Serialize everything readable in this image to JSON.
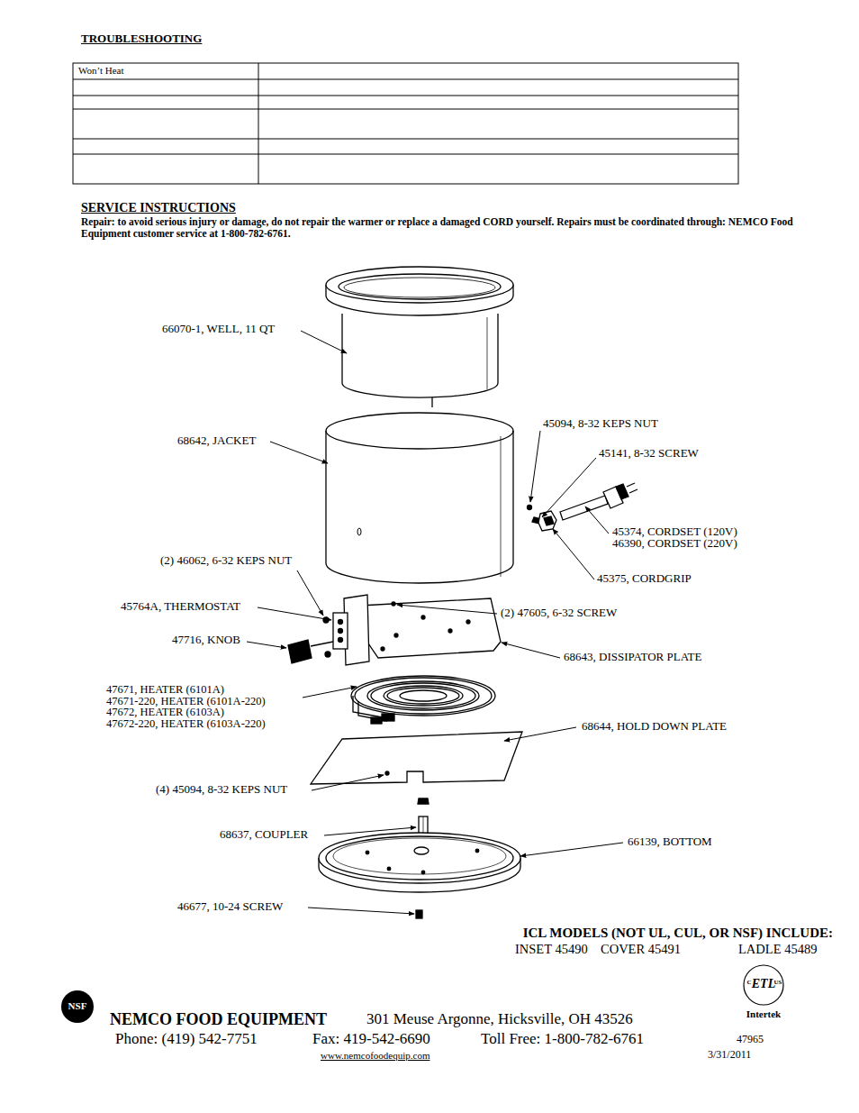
{
  "diagram": {
    "labels": [
      "TROUBLESHOOTING",
      "Won’t Heat",
      "SERVICE INSTRUCTIONS",
      "Repair:  to avoid serious injury or damage, do not repair the warmer or replace a damaged CORD yourself.  Repairs must be coordinated through:  NEMCO Food Equipment customer service at 1-800-782-6761.",
      "66070-1, WELL, 11 QT",
      "68642, JACKET",
      "45094, 8-32 KEPS NUT",
      "45141, 8-32 SCREW",
      "45374, CORDSET (120V)",
      "46390, CORDSET (220V)",
      "(2) 46062, 6-32 KEPS NUT",
      "45764A, THERMOSTAT",
      "(2) 47605, 6-32 SCREW",
      "45375, CORDGRIP",
      "47716, KNOB",
      "68643, DISSIPATOR PLATE",
      "47671, HEATER (6101A)",
      "47671-220, HEATER (6101A-220)",
      "47672, HEATER (6103A)",
      "47672-220, HEATER (6103A-220)",
      "68644, HOLD DOWN PLATE",
      "(4) 45094, 8-32 KEPS NUT",
      "68637, COUPLER",
      "66139, BOTTOM",
      "46677, 10-24 SCREW",
      "ICL MODELS (NOT UL, CUL, OR NSF) INCLUDE:",
      "INSET 45490",
      "COVER 45491",
      "LADLE 45489",
      "NSF",
      "NEMCO FOOD EQUIPMENT",
      "301 Meuse Argonne, Hicksville, OH 43526",
      "Phone: (419) 542-7751",
      "Fax: 419-542-6690",
      "Toll Free: 1-800-782-6761",
      "47965",
      "www.nemcofoodequip.com",
      "3/31/2011",
      "C",
      "US",
      "ETL",
      "Intertek"
    ]
  }
}
